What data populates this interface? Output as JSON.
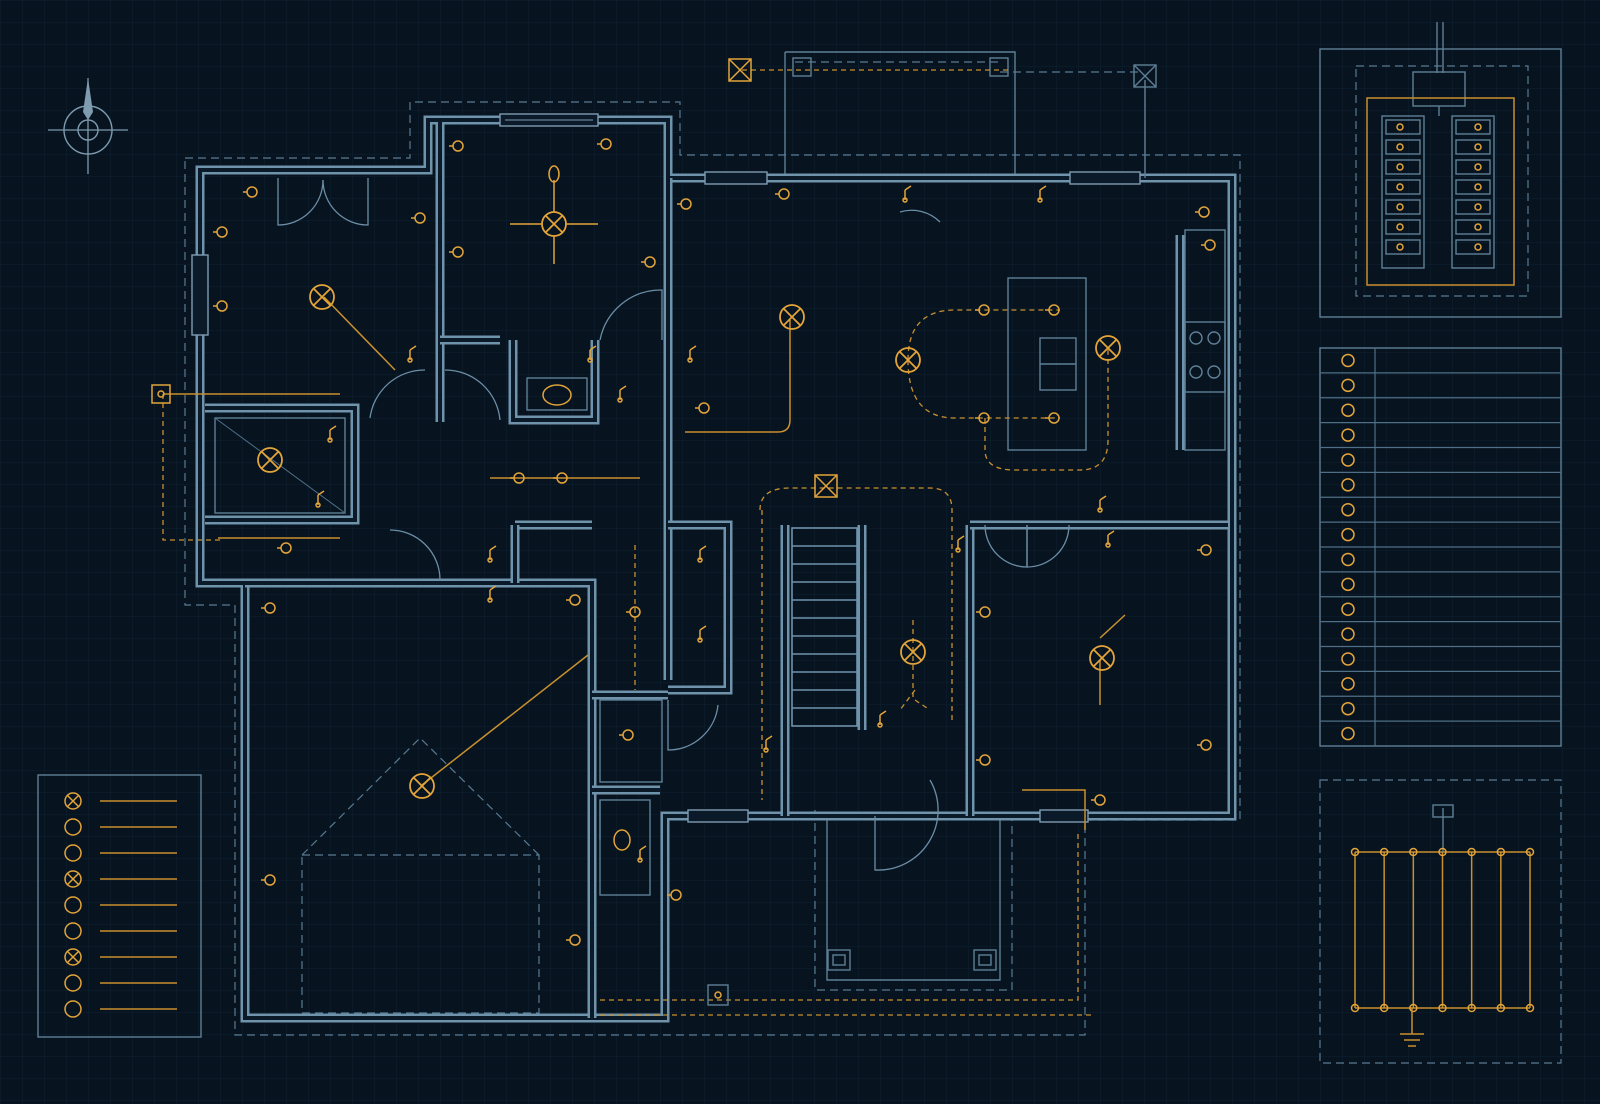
{
  "drawing": {
    "kind": "electrical-floor-plan",
    "colors": {
      "background": "#07131f",
      "grid": "#0f2233",
      "wall": "#6f93ab",
      "wiring": "#c8902f",
      "fixture": "#e3a43a"
    },
    "icons": [
      "north-arrow-icon",
      "ceiling-light-icon",
      "outlet-icon",
      "switch-icon",
      "ceiling-fan-icon",
      "breaker-panel-icon",
      "ground-icon"
    ],
    "legend_left_rows": 9,
    "schedule_rows": 16,
    "riser_circuits": 7
  }
}
